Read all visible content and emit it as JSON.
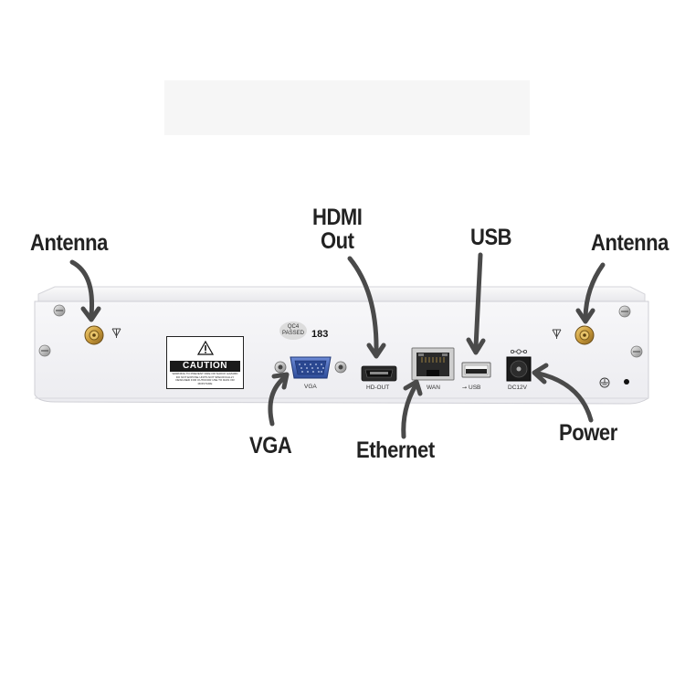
{
  "callouts": {
    "antenna_left": "Antenna",
    "hdmi_line1": "HDMI",
    "hdmi_line2": "Out",
    "usb": "USB",
    "antenna_right": "Antenna",
    "vga": "VGA",
    "ethernet": "Ethernet",
    "power": "Power"
  },
  "panel_labels": {
    "vga": "VGA",
    "hd_out": "HD-OUT",
    "wan": "WAN",
    "usb": "USB",
    "dc": "DC12V",
    "qc_line1": "QC4",
    "qc_line2": "PASSED",
    "serial": "183",
    "caution_title": "CAUTION",
    "caution_text": "WARNING TO PREVENT FIRE OR SHOCK HAZARD DO NOT EXPOSE UNITS NOT SPECIFICALLY DESIGNED FOR OUTDOOR USE TO RAIN OR MOISTURE"
  },
  "colors": {
    "background": "#ffffff",
    "device_body": "#f4f4f6",
    "vga_connector": "#3f5fae",
    "arrow": "#4a4a4a",
    "text": "#222222"
  }
}
